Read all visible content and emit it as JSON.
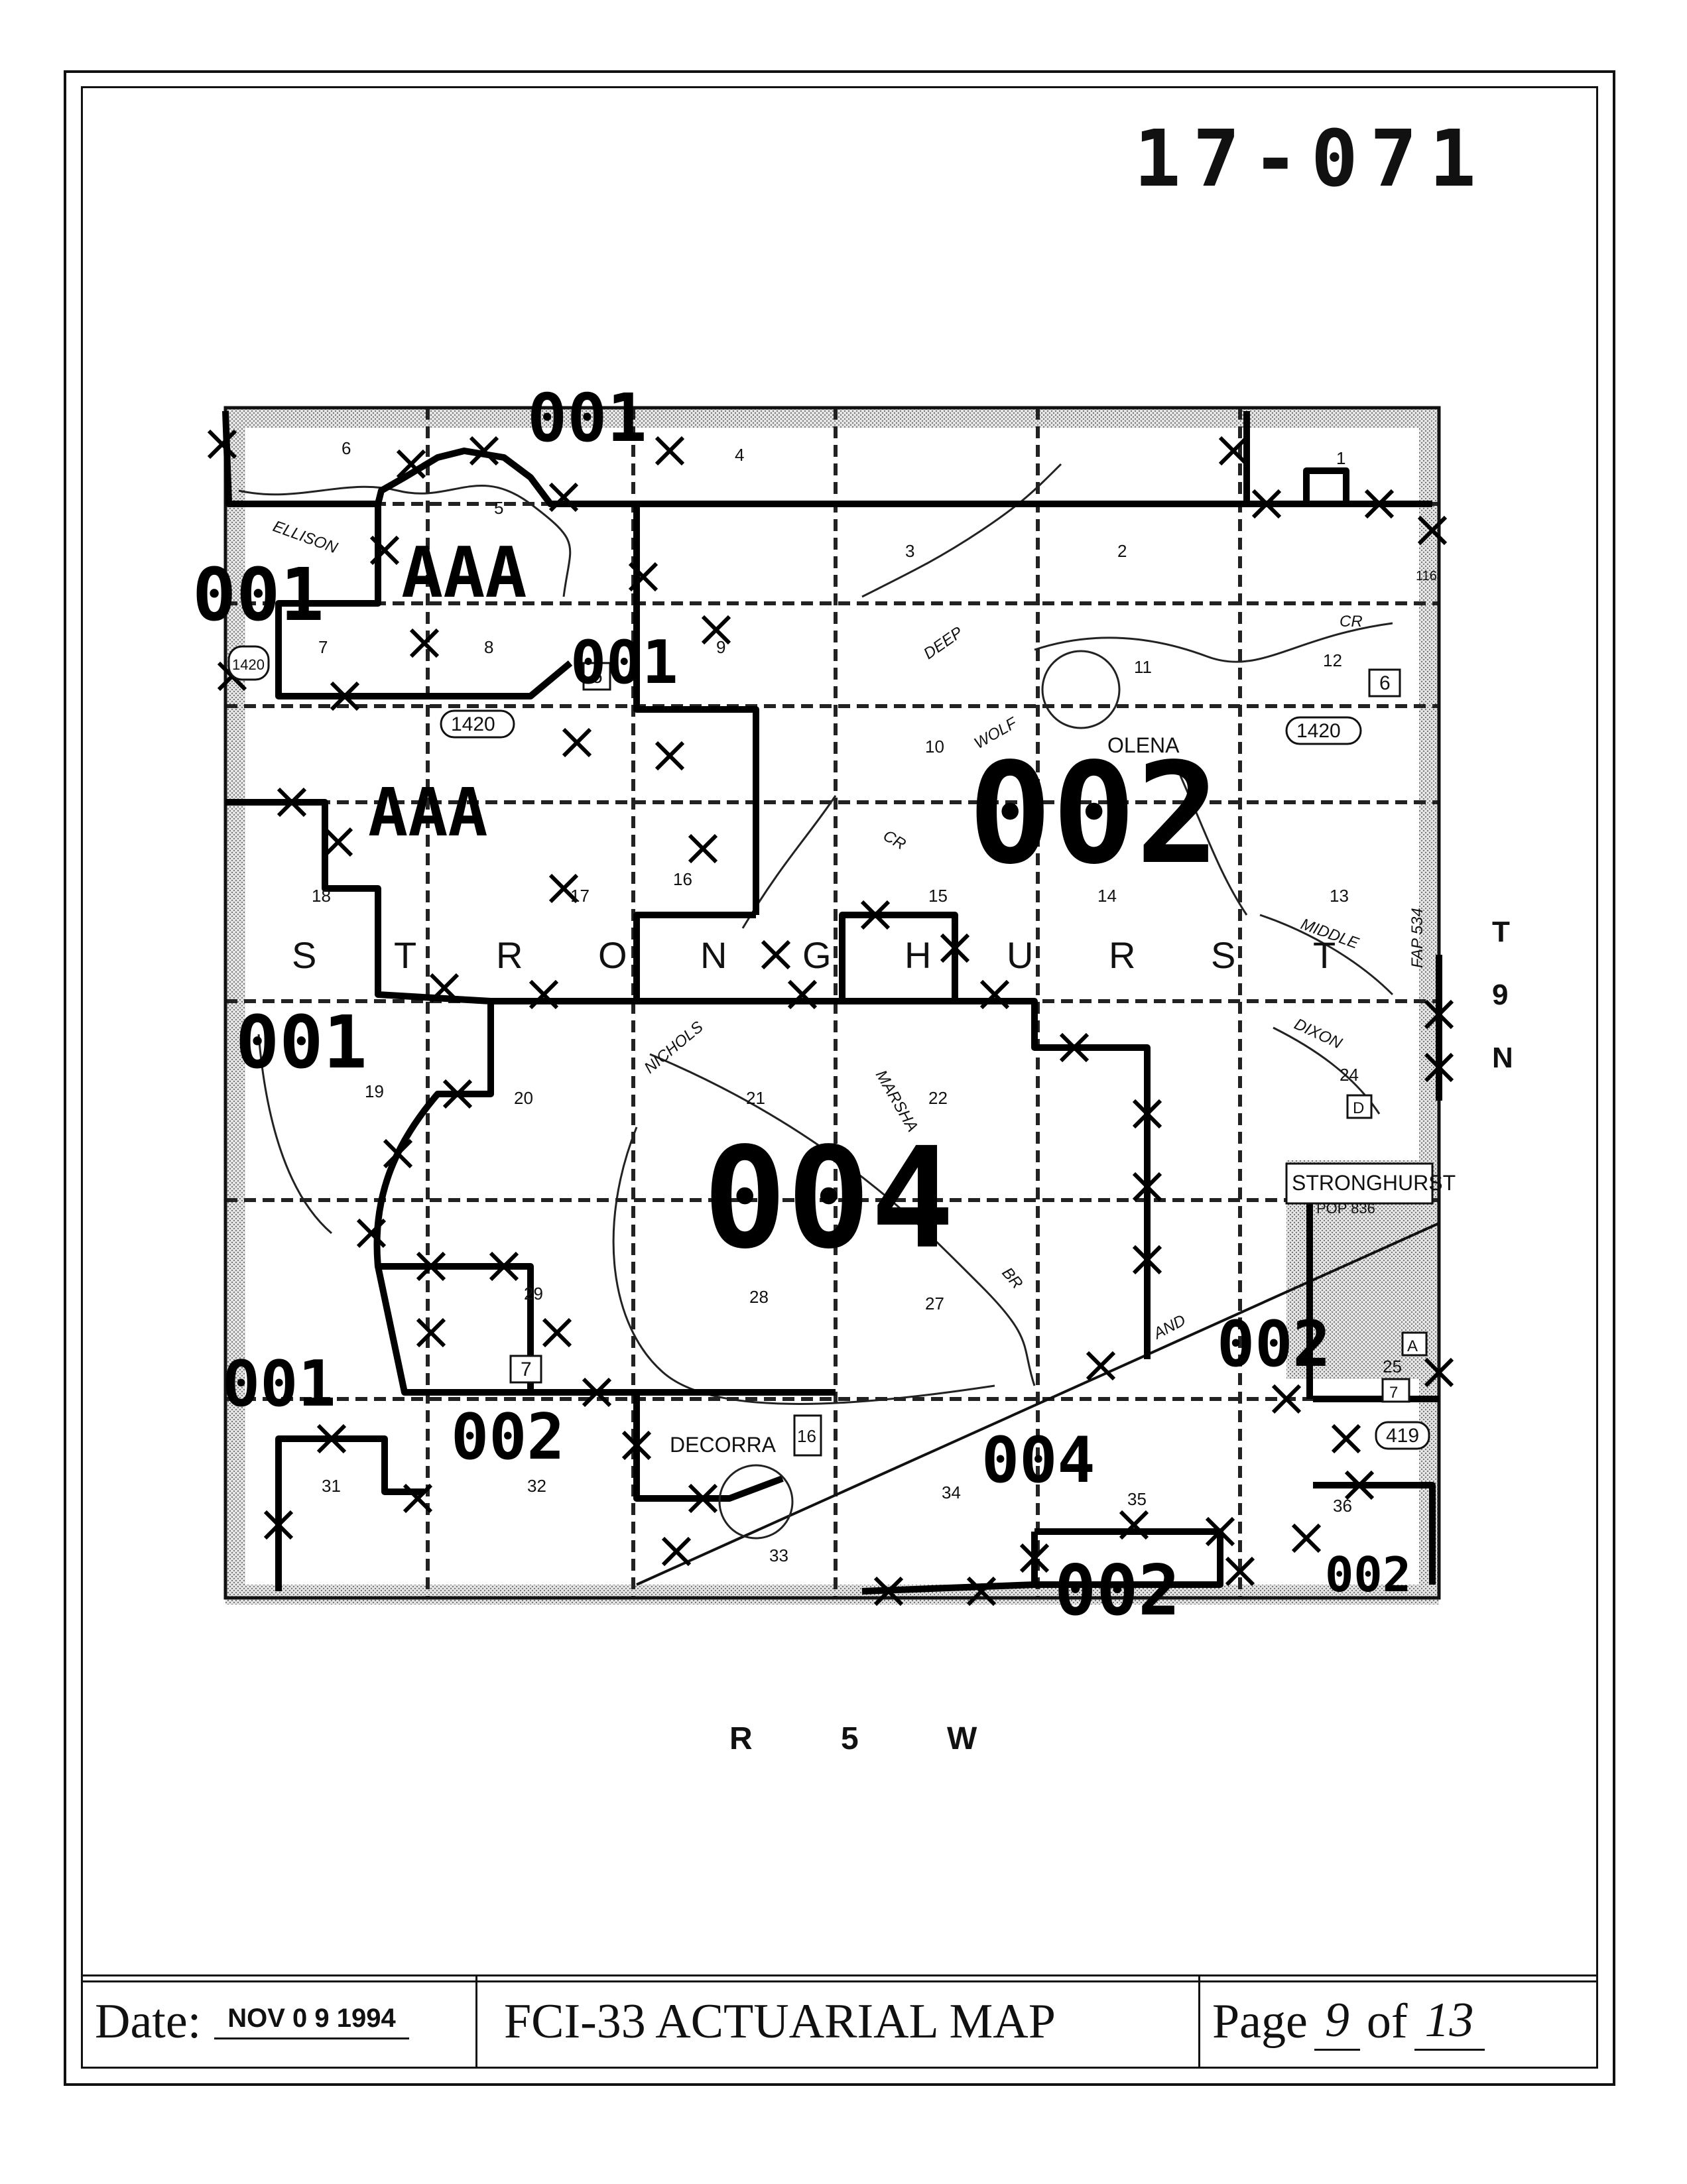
{
  "map_id": "17-071",
  "township": "STRONGHURST",
  "range_label": "R 5 W",
  "township_side_label": "T 9 N",
  "places": {
    "olena": "OLENA",
    "stronghurst": "STRONGHURST",
    "stronghurst_pop": "POP 836",
    "decorra": "DECORRA"
  },
  "sections": [
    "1",
    "2",
    "3",
    "4",
    "5",
    "6",
    "7",
    "8",
    "9",
    "10",
    "11",
    "12",
    "13",
    "14",
    "15",
    "16",
    "17",
    "18",
    "19",
    "20",
    "21",
    "22",
    "24",
    "25",
    "27",
    "28",
    "29",
    "31",
    "32",
    "33",
    "34",
    "35",
    "36"
  ],
  "route_shields": [
    "1420",
    "1420",
    "1420",
    "6",
    "6",
    "7",
    "16",
    "419",
    "A",
    "7",
    "D",
    "116"
  ],
  "stream_labels": [
    "ELLISON",
    "DEEP",
    "CR",
    "WOLF",
    "CR",
    "MIDDLE",
    "DIXON",
    "NICHOLS",
    "MARSHA",
    "BR",
    "AND",
    "FAP 534"
  ],
  "zone_codes": [
    "001",
    "001",
    "001",
    "001",
    "001",
    "AAA",
    "AAA",
    "002",
    "002",
    "002",
    "002",
    "002",
    "004",
    "004"
  ],
  "colors": {
    "ink": "#111111",
    "paper": "#ffffff",
    "border_stipple": "#bdbdbd"
  },
  "footer": {
    "date_label": "Date:",
    "date_value": "NOV 0 9 1994",
    "title": "FCI-33 ACTUARIAL MAP",
    "page_label": "Page",
    "page_num": "9",
    "of_label": "of",
    "page_total": "13"
  }
}
